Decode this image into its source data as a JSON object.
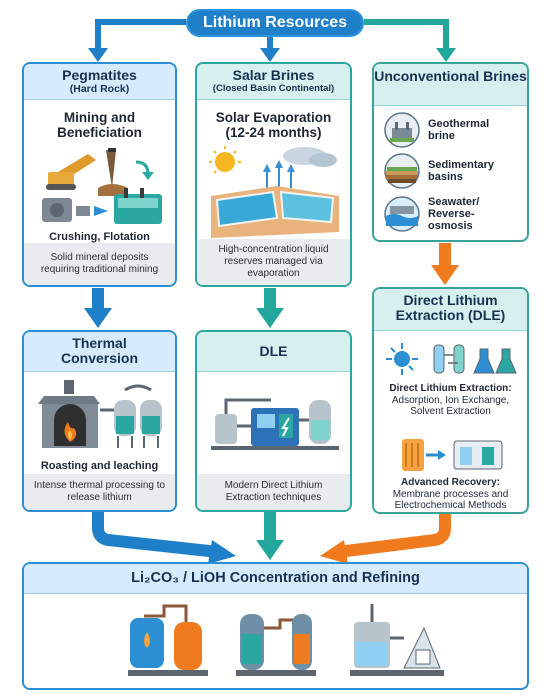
{
  "top": {
    "label": "Lithium Resources"
  },
  "pegmatites": {
    "title": "Pegmatites",
    "subtitle": "(Hard Rock)",
    "process_title": "Mining and Beneficiation",
    "process_caption": "Crushing, Flotation",
    "description": "Solid mineral deposits requiring traditional mining"
  },
  "salar": {
    "title": "Salar Brines",
    "subtitle": "(Closed Basin Continental)",
    "process_title": "Solar Evaporation (12-24 months)",
    "description": "High-concentration liquid reserves managed via evaporation"
  },
  "unconventional": {
    "title": "Unconventional Brines",
    "items": [
      {
        "label": "Geothermal brine",
        "icon": "geothermal-icon"
      },
      {
        "label": "Sedimentary basins",
        "icon": "sedimentary-icon"
      },
      {
        "label": "Seawater/ Reverse-osmosis",
        "icon": "seawater-icon"
      }
    ]
  },
  "thermal": {
    "title": "Thermal Conversion",
    "caption": "Roasting and leaching",
    "description": "Intense thermal processing to release lithium"
  },
  "dle_mid": {
    "title": "DLE",
    "description": "Modern Direct Lithium Extraction techniques"
  },
  "dle_right": {
    "title": "Direct Lithium Extraction (DLE)",
    "methods_heading": "Direct Lithium Extraction:",
    "methods": "Adsorption, Ion Exchange, Solvent Extraction",
    "advanced_heading": "Advanced Recovery:",
    "advanced": "Membrane processes and Electrochemical Methods"
  },
  "refining": {
    "title": "Li₂CO₃ / LiOH Concentration and Refining"
  },
  "colors": {
    "blue": "#1f7fc8",
    "teal": "#22a79c",
    "orange": "#f07a1e"
  }
}
